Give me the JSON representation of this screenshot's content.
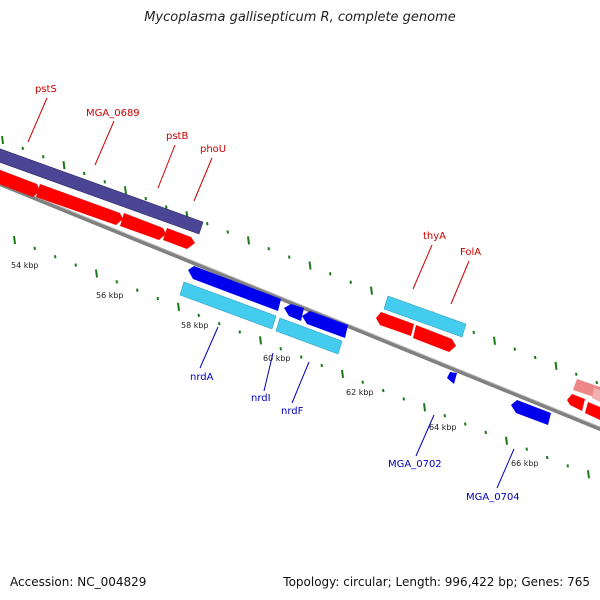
{
  "title": "Mycoplasma gallisepticum R, complete genome",
  "footer": {
    "accession": "Accession: NC_004829",
    "summary": "Topology: circular; Length: 996,422 bp; Genes: 765"
  },
  "colors": {
    "forward_gene": "#ff0000",
    "reverse_gene": "#0000ee",
    "forward_cds": "#44ccee",
    "operon": "#4b4596",
    "backbone": "#808080",
    "tick": "#1a7a1a",
    "label_forward": "#cc0000",
    "label_reverse": "#0000bb"
  },
  "kbp_labels": [
    "54 kbp",
    "56 kbp",
    "58 kbp",
    "60 kbp",
    "62 kbp",
    "64 kbp",
    "66 kbp"
  ],
  "forward_gene_labels": [
    "pstS",
    "MGA_0689",
    "pstB",
    "phoU",
    "thyA",
    "FolA"
  ],
  "reverse_gene_labels": [
    "nrdA",
    "nrdI",
    "nrdF",
    "MGA_0702",
    "MGA_0704"
  ]
}
